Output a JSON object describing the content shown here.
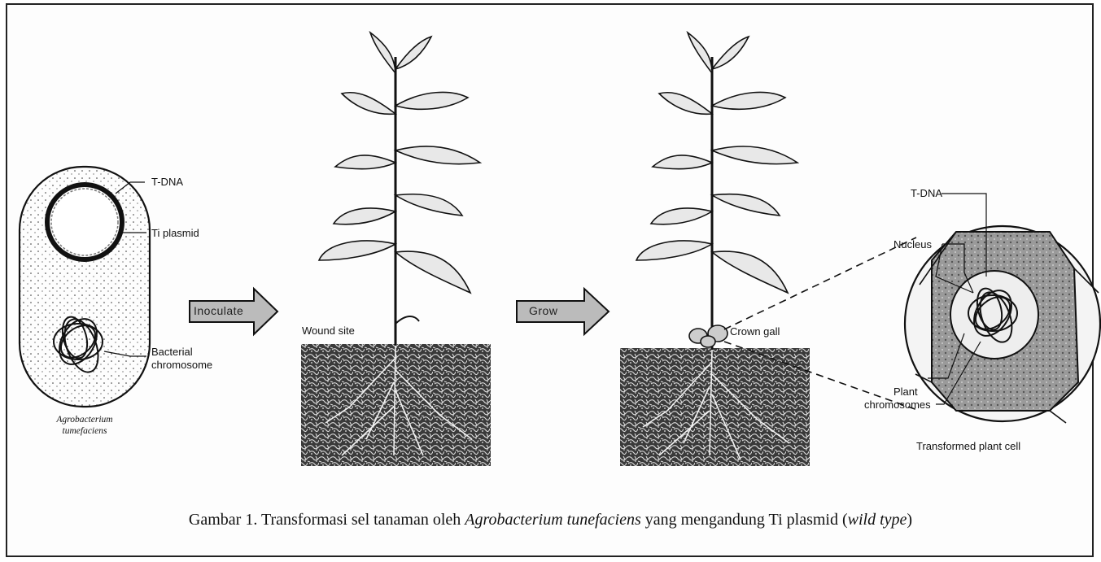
{
  "bacterium": {
    "tdna_label": "T-DNA",
    "plasmid_label": "Ti plasmid",
    "chromosome_label_line1": "Bacterial",
    "chromosome_label_line2": "chromosome",
    "organism_line1": "Agrobacterium",
    "organism_line2": "tumefaciens"
  },
  "arrows": {
    "inoculate": "Inoculate",
    "grow": "Grow"
  },
  "plant1": {
    "wound_label": "Wound site"
  },
  "plant2": {
    "gall_label": "Crown gall"
  },
  "cell": {
    "tdna_label": "T-DNA",
    "nucleus_label": "Nucleus",
    "plant_label": "Plant",
    "chromosomes_label": "chromosomes",
    "transformed_label": "Transformed plant cell"
  },
  "caption": {
    "prefix": "Gambar 1. Transformasi sel tanaman oleh ",
    "species": "Agrobacterium tunefaciens",
    "middle": " yang mengandung Ti plasmid (",
    "type": "wild type",
    "suffix": ")"
  },
  "colors": {
    "ink": "#111111",
    "soil": "#2a2a2a",
    "paper": "#fdfdfd"
  }
}
